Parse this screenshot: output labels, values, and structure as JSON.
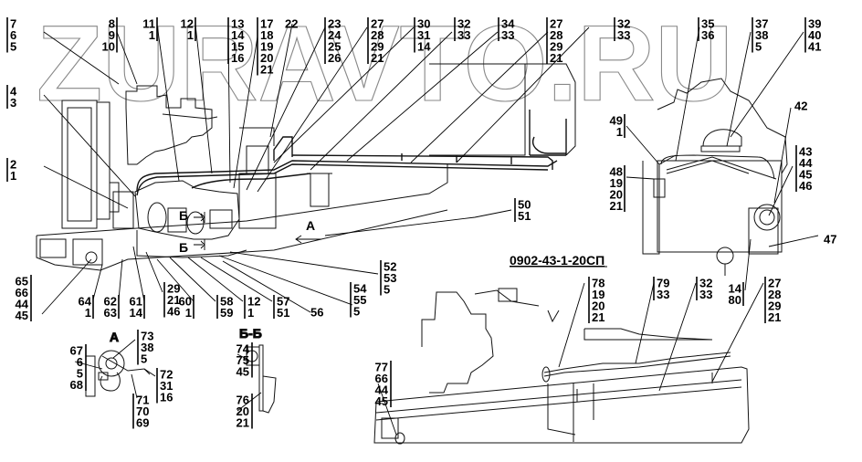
{
  "watermark": "ZURAVTO.RU",
  "document_number": "0902-43-1-20СП",
  "view_labels": {
    "view_a_arrow": "А",
    "view_a_title": "А",
    "section_b_top": "Б",
    "section_b_bottom": "Б",
    "section_bb_title": "Б-Б"
  },
  "callouts": [
    {
      "id": "c1",
      "lines": [
        "7",
        "6",
        "5"
      ]
    },
    {
      "id": "c2",
      "lines": [
        "8",
        "9",
        "10"
      ]
    },
    {
      "id": "c3",
      "lines": [
        "11",
        "1"
      ]
    },
    {
      "id": "c4",
      "lines": [
        "12",
        "1"
      ]
    },
    {
      "id": "c5",
      "lines": [
        "13",
        "14",
        "15",
        "16"
      ]
    },
    {
      "id": "c6",
      "lines": [
        "17",
        "18",
        "19",
        "20",
        "21"
      ]
    },
    {
      "id": "c7",
      "lines": [
        "22"
      ]
    },
    {
      "id": "c8",
      "lines": [
        "23",
        "24",
        "25",
        "26"
      ]
    },
    {
      "id": "c9",
      "lines": [
        "27",
        "28",
        "29",
        "21"
      ]
    },
    {
      "id": "c10",
      "lines": [
        "30",
        "31",
        "14"
      ]
    },
    {
      "id": "c11",
      "lines": [
        "32",
        "33"
      ]
    },
    {
      "id": "c12",
      "lines": [
        "34",
        "33"
      ]
    },
    {
      "id": "c13",
      "lines": [
        "27",
        "28",
        "29",
        "21"
      ]
    },
    {
      "id": "c14",
      "lines": [
        "32",
        "33"
      ]
    },
    {
      "id": "c15",
      "lines": [
        "35",
        "36"
      ]
    },
    {
      "id": "c16",
      "lines": [
        "37",
        "38",
        "5"
      ]
    },
    {
      "id": "c17",
      "lines": [
        "39",
        "40",
        "41"
      ]
    },
    {
      "id": "c18",
      "lines": [
        "4",
        "3"
      ]
    },
    {
      "id": "c19",
      "lines": [
        "2",
        "1"
      ]
    },
    {
      "id": "c20",
      "lines": [
        "42"
      ]
    },
    {
      "id": "c21",
      "lines": [
        "49",
        "1"
      ]
    },
    {
      "id": "c22",
      "lines": [
        "48",
        "19",
        "20",
        "21"
      ]
    },
    {
      "id": "c23",
      "lines": [
        "43",
        "44",
        "45",
        "46"
      ]
    },
    {
      "id": "c24",
      "lines": [
        "47"
      ]
    },
    {
      "id": "c25",
      "lines": [
        "50",
        "51"
      ]
    },
    {
      "id": "c26",
      "lines": [
        "65",
        "66",
        "44",
        "45"
      ]
    },
    {
      "id": "c27",
      "lines": [
        "64",
        "1"
      ]
    },
    {
      "id": "c28",
      "lines": [
        "62",
        "63"
      ]
    },
    {
      "id": "c29",
      "lines": [
        "61",
        "14"
      ]
    },
    {
      "id": "c30",
      "lines": [
        "29",
        "21",
        "46"
      ]
    },
    {
      "id": "c31",
      "lines": [
        "60",
        "1"
      ]
    },
    {
      "id": "c32",
      "lines": [
        "58",
        "59"
      ]
    },
    {
      "id": "c33",
      "lines": [
        "12",
        "1"
      ]
    },
    {
      "id": "c34",
      "lines": [
        "57",
        "51"
      ]
    },
    {
      "id": "c35",
      "lines": [
        "56"
      ]
    },
    {
      "id": "c36",
      "lines": [
        "54",
        "55",
        "5"
      ]
    },
    {
      "id": "c37",
      "lines": [
        "52",
        "53",
        "5"
      ]
    },
    {
      "id": "c38",
      "lines": [
        "14",
        "80"
      ]
    },
    {
      "id": "c39",
      "lines": [
        "78",
        "19",
        "20",
        "21"
      ]
    },
    {
      "id": "c40",
      "lines": [
        "79",
        "33"
      ]
    },
    {
      "id": "c41",
      "lines": [
        "32",
        "33"
      ]
    },
    {
      "id": "c42",
      "lines": [
        "27",
        "28",
        "29",
        "21"
      ]
    },
    {
      "id": "c43",
      "lines": [
        "67",
        "6",
        "5",
        "68"
      ]
    },
    {
      "id": "c44",
      "lines": [
        "73",
        "38",
        "5"
      ]
    },
    {
      "id": "c45",
      "lines": [
        "72",
        "31",
        "16"
      ]
    },
    {
      "id": "c46",
      "lines": [
        "71",
        "70",
        "69"
      ]
    },
    {
      "id": "c47",
      "lines": [
        "74",
        "75",
        "45"
      ]
    },
    {
      "id": "c48",
      "lines": [
        "76",
        "20",
        "21"
      ]
    },
    {
      "id": "c49",
      "lines": [
        "77",
        "66",
        "44",
        "45"
      ]
    }
  ]
}
